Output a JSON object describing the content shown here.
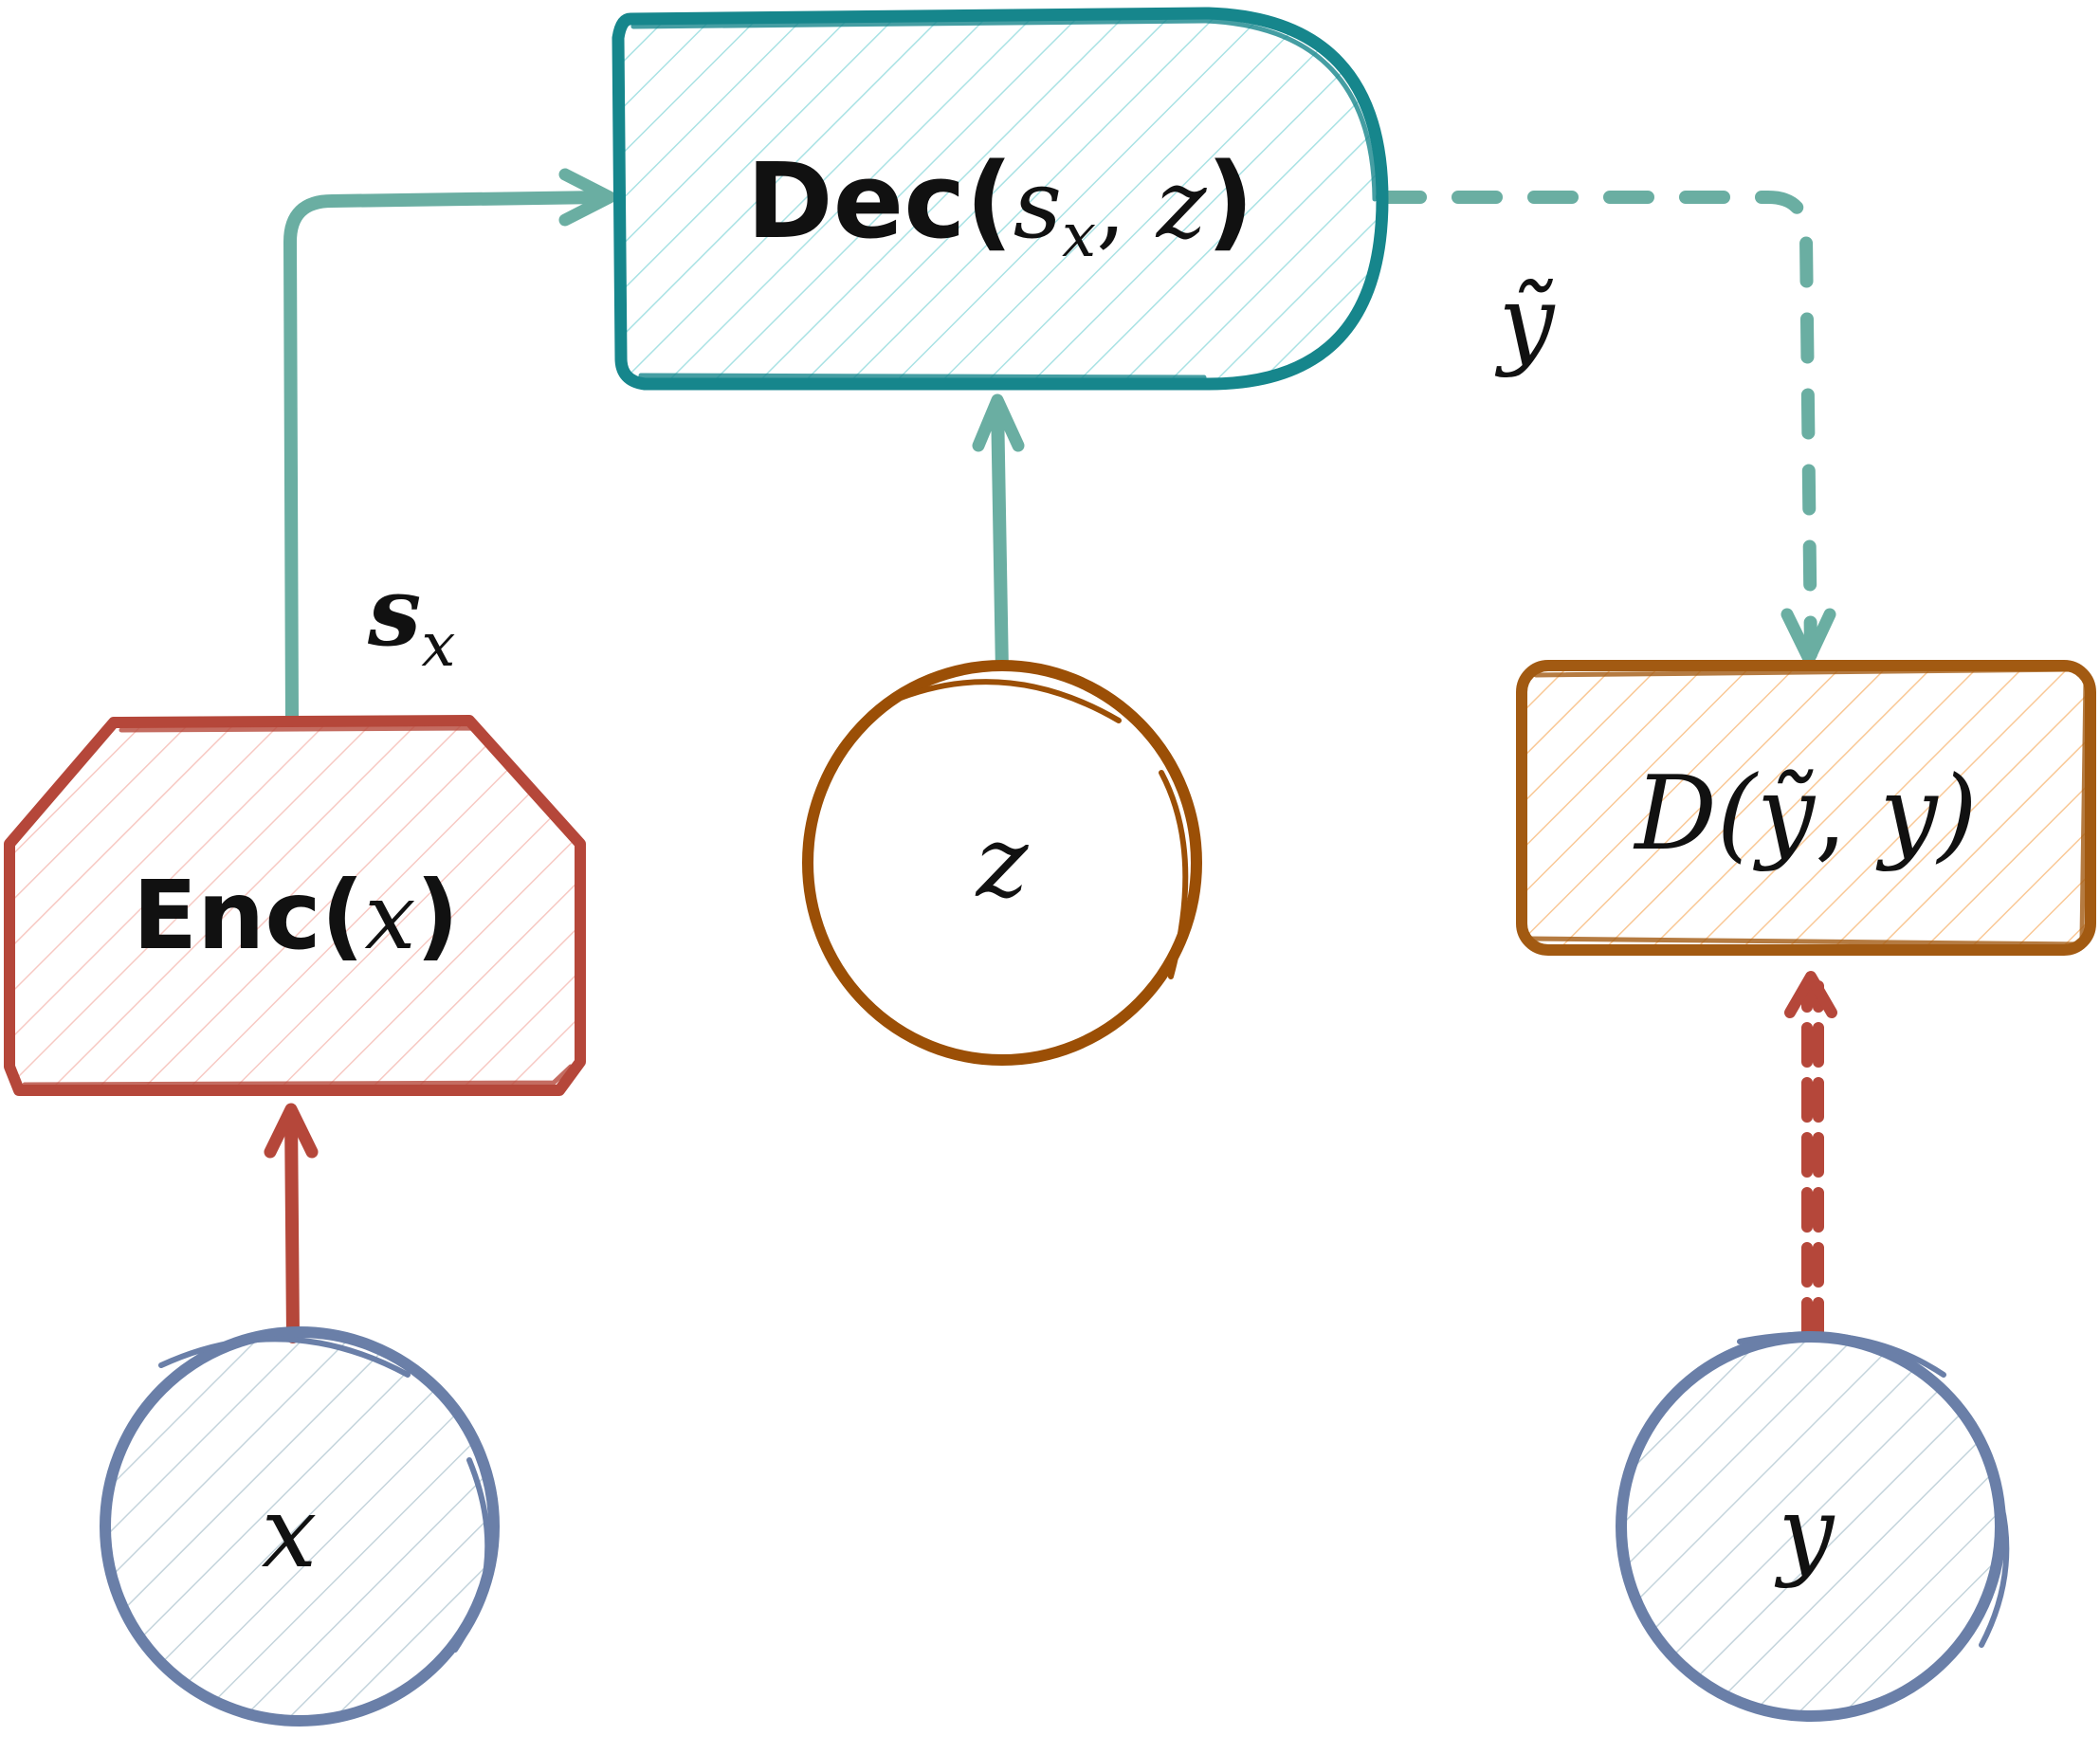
{
  "nodes": {
    "enc": {
      "prefix": "Enc(",
      "arg": "x",
      "suffix": ")",
      "stroke": "#b5473a",
      "hatch": "#f7c9c3"
    },
    "dec": {
      "prefix": "Dec(",
      "arg_s": "s",
      "arg_s_sub": "x",
      "arg_sep": ", ",
      "arg_z": "z",
      "suffix": ")",
      "stroke": "#16868c",
      "hatch": "#a9e2e4"
    },
    "dist": {
      "prefix": "D(",
      "arg_y_tilde": "ỹ",
      "arg_sep": ", ",
      "arg_y": "y",
      "suffix": ")",
      "stroke": "#a25a12",
      "hatch": "#f9c896"
    },
    "x": {
      "label": "x",
      "stroke": "#6a7fa8",
      "hatch": "#c4d4dc"
    },
    "z": {
      "label": "z",
      "stroke": "#9b4f06"
    },
    "y": {
      "label": "y",
      "stroke": "#6a7fa8",
      "hatch": "#c4d4dc"
    }
  },
  "edge_labels": {
    "sx_main": "s",
    "sx_sub": "x",
    "y_tilde": "ỹ"
  },
  "colors": {
    "teal_arrow": "#6aaea2",
    "red_arrow": "#b5473a"
  }
}
